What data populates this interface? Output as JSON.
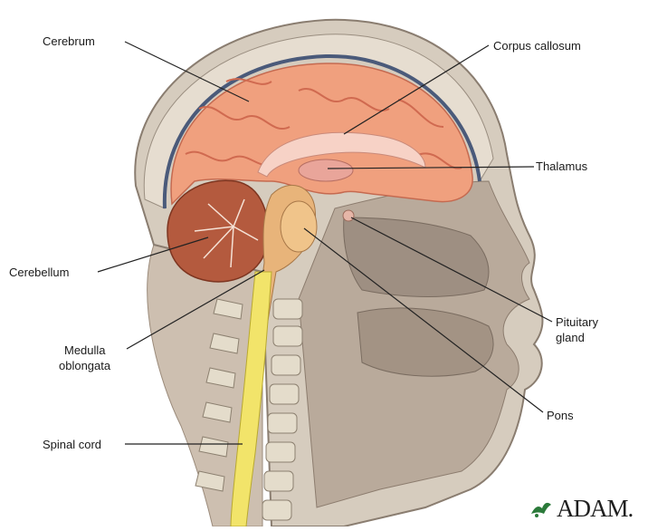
{
  "labels": {
    "cerebrum": "Cerebrum",
    "corpus_callosum": "Corpus callosum",
    "thalamus": "Thalamus",
    "cerebellum": "Cerebellum",
    "pituitary_line1": "Pituitary",
    "pituitary_line2": "gland",
    "medulla_line1": "Medulla",
    "medulla_line2": "oblongata",
    "pons": "Pons",
    "spinal_cord": "Spinal cord"
  },
  "logo": {
    "text": "ADAM."
  },
  "colors": {
    "cerebrum": "#f0a07e",
    "cerebrum_fold": "#d9735a",
    "cerebellum": "#b45a3e",
    "spinal_cord": "#f2e46a",
    "brainstem": "#e8b47a",
    "tissue": "#c9b9a8",
    "skull": "#d8cfc0",
    "dura": "#4a5a7a",
    "leader_line": "#222222"
  }
}
